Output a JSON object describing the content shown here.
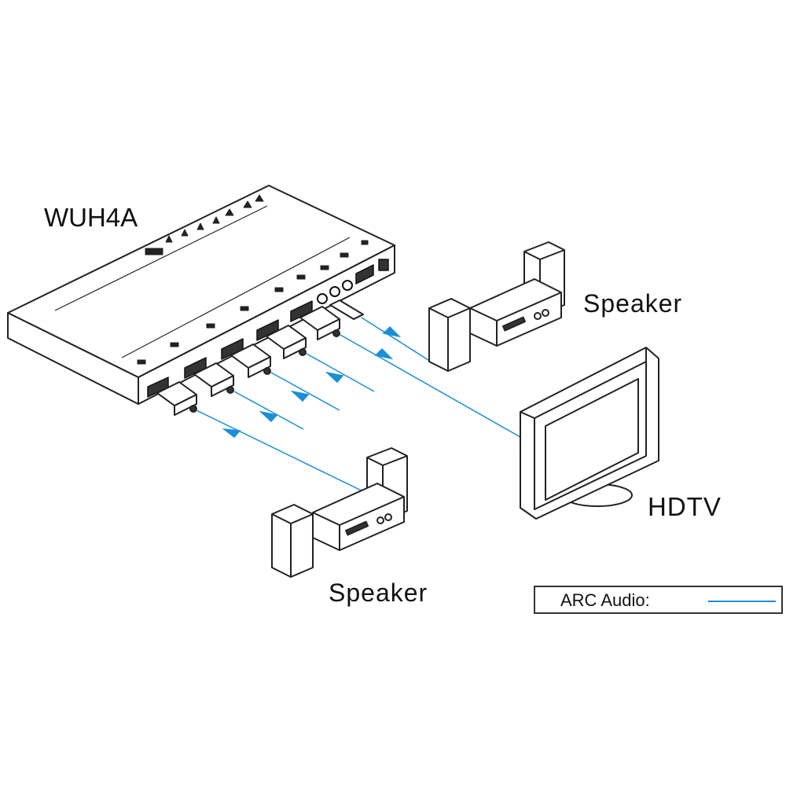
{
  "device": {
    "name": "WUH4A",
    "panel_text": "WUH4A"
  },
  "devices": {
    "speaker_top": "Speaker",
    "hdtv": "HDTV",
    "speaker_bottom": "Speaker"
  },
  "legend": {
    "label": "ARC Audio:"
  },
  "colors": {
    "arc_line": "#1a8fd6",
    "outline": "#222222"
  }
}
